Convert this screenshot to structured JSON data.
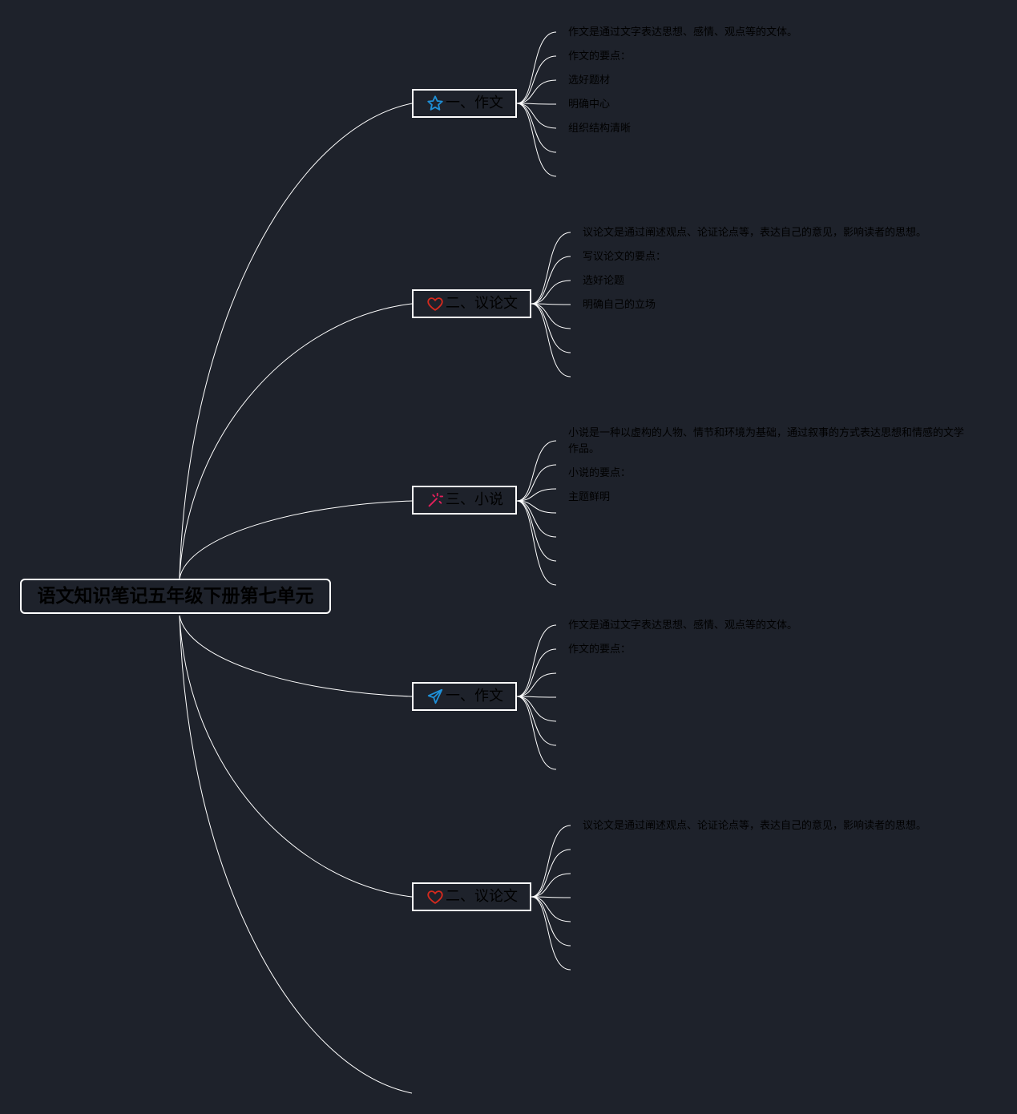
{
  "root": {
    "title": "语文知识笔记五年级下册第七单元"
  },
  "branches": [
    {
      "label": "一、作文",
      "icon": "star-icon",
      "icon_color": "#1e90d8",
      "leaves": [
        "作文是通过文字表达思想、感情、观点等的文体。",
        "作文的要点：",
        "选好题材",
        "明确中心",
        "组织结构清晰"
      ]
    },
    {
      "label": "二、议论文",
      "icon": "heart-icon",
      "icon_color": "#d62a1e",
      "leaves": [
        "议论文是通过阐述观点、论证论点等，表达自己的意见，影响读者的思想。",
        "写议论文的要点：",
        "选好论题",
        "明确自己的立场"
      ]
    },
    {
      "label": "三、小说",
      "icon": "magic-wand-icon",
      "icon_color": "#e0205a",
      "leaves": [
        "小说是一种以虚构的人物、情节和环境为基础，通过叙事的方式表达思想和情感的文学作品。",
        "小说的要点：",
        "主题鲜明"
      ]
    },
    {
      "label": "一、作文",
      "icon": "send-icon",
      "icon_color": "#1e90d8",
      "leaves": [
        "作文是通过文字表达思想、感情、观点等的文体。",
        "作文的要点："
      ]
    },
    {
      "label": "二、议论文",
      "icon": "heart-icon",
      "icon_color": "#d62a1e",
      "leaves": [
        "议论文是通过阐述观点、论证论点等，表达自己的意见，影响读者的思想。"
      ]
    }
  ],
  "colors": {
    "background": "#1e222b",
    "connector": "#ffffff",
    "node_border": "#ffffff",
    "text": "#000000"
  }
}
